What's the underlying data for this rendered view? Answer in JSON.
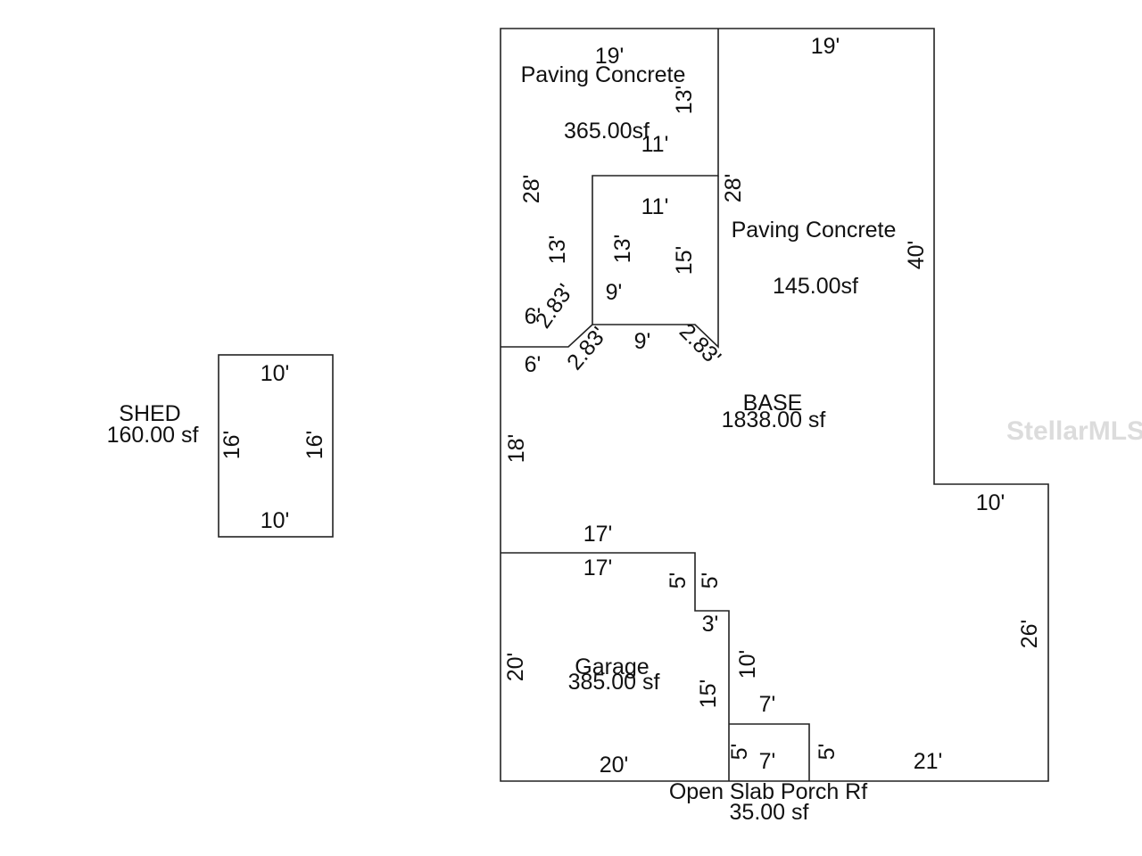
{
  "watermark": "StellarMLS",
  "areas": {
    "shed": {
      "name": "SHED",
      "area": "160.00 sf"
    },
    "paving_top": {
      "name": "Paving Concrete",
      "area": "365.00sf"
    },
    "paving_right": {
      "name": "Paving Concrete",
      "area": "145.00sf"
    },
    "base": {
      "name": "BASE",
      "area": "1838.00 sf"
    },
    "garage": {
      "name": "Garage",
      "area": "385.00 sf"
    },
    "porch": {
      "name": "Open Slab Porch Rf",
      "area": "35.00 sf"
    }
  },
  "dims": {
    "shed_top": "10'",
    "shed_bottom": "10'",
    "shed_left": "16'",
    "shed_right": "16'",
    "pave_top": "19'",
    "pave_13_right": "13'",
    "pave_11_top": "11'",
    "pave_28_left": "28'",
    "pave_13_left": "13'",
    "pave_2_83_a": "2.83'",
    "pave_6_a": "6'",
    "court_11": "11'",
    "court_13": "13'",
    "court_15": "15'",
    "court_9_inner": "9'",
    "court_9_bottom": "9'",
    "court_2_83_b": "2.83'",
    "court_2_83_c": "2.83'",
    "court_6_b": "6'",
    "right_top": "19'",
    "right_28": "28'",
    "right_40": "40'",
    "base_18": "18'",
    "base_10": "10'",
    "base_26": "26'",
    "base_17": "17'",
    "garage_17": "17'",
    "garage_5_a": "5'",
    "garage_5_b": "5'",
    "garage_3": "3'",
    "garage_10": "10'",
    "garage_15": "15'",
    "garage_20_left": "20'",
    "garage_20_bottom": "20'",
    "porch_7_top": "7'",
    "porch_7_bottom": "7'",
    "porch_5_left": "5'",
    "porch_5_right": "5'",
    "bottom_21": "21'"
  }
}
